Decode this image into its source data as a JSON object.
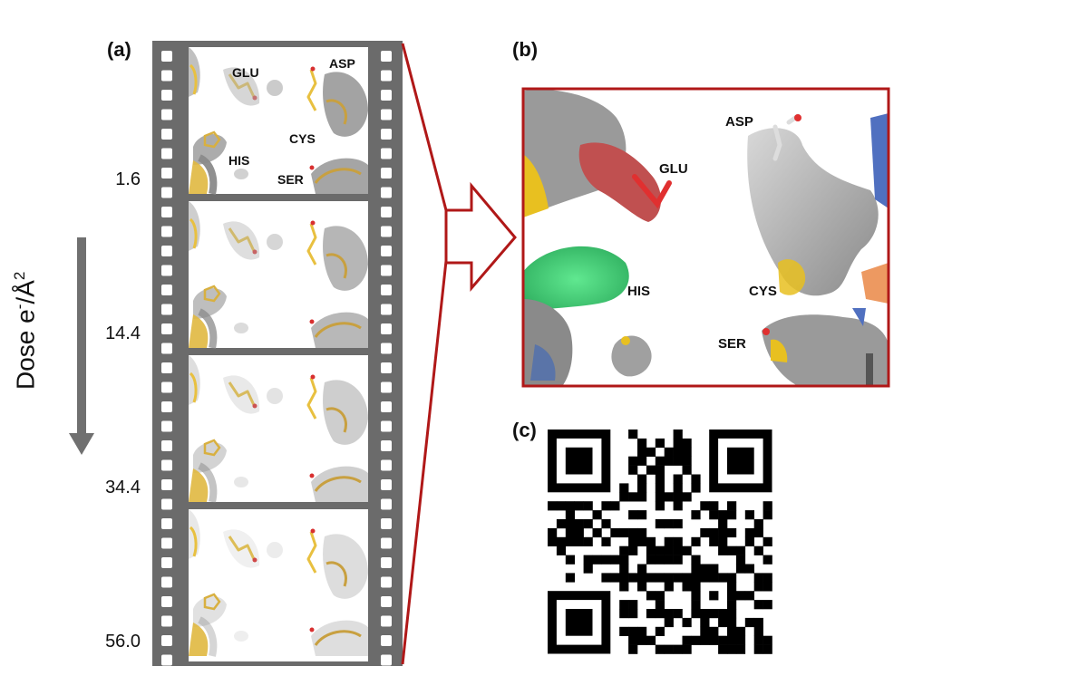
{
  "panels": {
    "a": "(a)",
    "b": "(b)",
    "c": "(c)"
  },
  "dose_axis": {
    "label": "Dose e",
    "superscript_minus": "-",
    "unit": "/Å",
    "superscript_2": "2",
    "ticks": [
      "1.6",
      "14.4",
      "34.4",
      "56.0"
    ]
  },
  "residues": [
    "GLU",
    "ASP",
    "CYS",
    "HIS",
    "SER"
  ],
  "colors": {
    "film": "#6b6b6b",
    "frame_red": "#b01818",
    "arrow": "#707070",
    "stick_yellow": "#e8c040",
    "glu_red": "#d83030",
    "his_green": "#40d070",
    "density_grey": "#a8a8a8"
  }
}
